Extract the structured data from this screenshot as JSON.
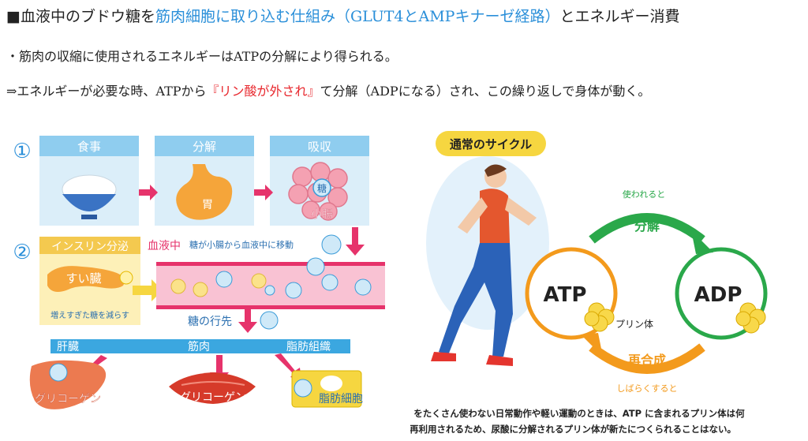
{
  "text": {
    "line1": {
      "prefix": "■血液中のブドウ糖を",
      "highlight": "筋肉細胞に取り込む仕組み（GLUT4とAMPキナーゼ経路）",
      "suffix": "とエネルギー消費"
    },
    "line2": "・筋肉の収縮に使用されるエネルギーはATPの分解により得られる。",
    "line3": {
      "prefix": "⇒エネルギーが必要な時、ATPから",
      "highlight": "『リン酸が外され』",
      "suffix": "て分解（ADPになる）され、この繰り返しで身体が動く。"
    }
  },
  "left_diagram": {
    "step1_number": "①",
    "step2_number": "②",
    "stage1": {
      "title": "食事"
    },
    "stage2": {
      "title": "分解",
      "label": "胃"
    },
    "stage3": {
      "title": "吸収",
      "label": "小腸",
      "sugar": "糖"
    },
    "insulin": {
      "title": "インスリン分泌",
      "organ": "すい臓",
      "caption": "増えすぎた糖を減らす"
    },
    "blood": {
      "tag": "血液中",
      "note": "糖が小腸から血液中に移動"
    },
    "destination": "糖の行先",
    "targets": [
      {
        "name": "肝臓",
        "result": "グリコーゲン"
      },
      {
        "name": "筋肉",
        "result": "グリコーゲン"
      },
      {
        "name": "脂肪組織",
        "result": "脂肪細胞"
      }
    ]
  },
  "right_diagram": {
    "badge": "通常のサイクル",
    "atp": "ATP",
    "adp": "ADP",
    "purine": "プリン体",
    "top_small": "使われると",
    "top_label": "分解",
    "bottom_label": "再合成",
    "bottom_small": "しばらくすると",
    "caption_line1": "ATP をたくさん使わない日常動作や軽い運動のときは、ATP に含まれるプリン体は何",
    "caption_line2": "度も再利用されるため、尿酸に分解されるプリン体が新たにつくられることはない。"
  },
  "colors": {
    "highlight_blue": "#2a8fd9",
    "highlight_red": "#e8262c",
    "panel_blue": "#dbeef9",
    "arrow_pink": "#e6336b",
    "cycle_green": "#2aa84a",
    "cycle_orange": "#f39a1c"
  }
}
